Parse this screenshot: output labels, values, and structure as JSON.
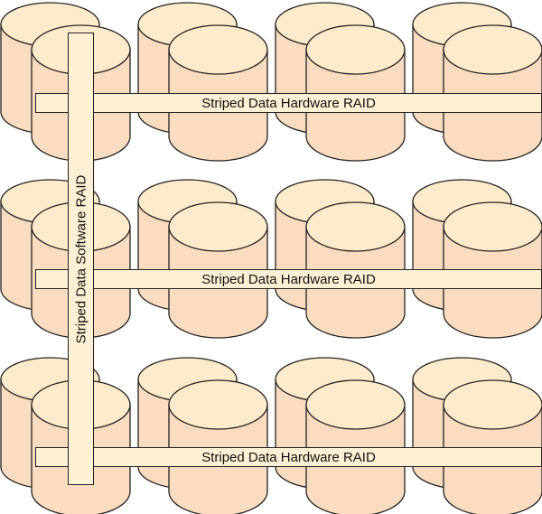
{
  "colors": {
    "top": "#fdebcb",
    "side": "#fadcc0",
    "bar": "#fdf0d4",
    "stroke": "#222222"
  },
  "rows": [
    {
      "label": "Striped Data Hardware RAID",
      "disk_pairs": 4
    },
    {
      "label": "Striped Data Hardware RAID",
      "disk_pairs": 4
    },
    {
      "label": "Striped Data Hardware RAID",
      "disk_pairs": 4
    }
  ],
  "vertical_label": "Striped Data Software RAID"
}
